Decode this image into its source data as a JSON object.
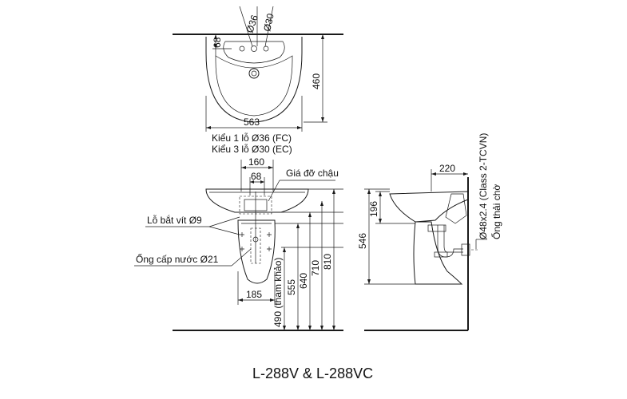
{
  "top_view": {
    "dia_36": "Ø36",
    "dia_30": "Ø30",
    "dim_68": "68",
    "dim_460": "460",
    "dim_563": "563",
    "note_fc": "Kiểu 1 lỗ Ø36 (FC)",
    "note_ec": "Kiểu 3 lỗ Ø30 (EC)"
  },
  "front_view": {
    "dim_160": "160",
    "dim_68": "68",
    "label_bracket": "Giá đỡ chậu",
    "label_screw": "Lỗ bắt vít Ø9",
    "label_pipe": "Ống cấp nước Ø21",
    "dim_185": "185",
    "dim_490": "490 (tham khảo)",
    "dim_555": "555",
    "dim_640": "640",
    "dim_710": "710",
    "dim_810": "810"
  },
  "side_view": {
    "dim_220": "220",
    "dim_196": "196",
    "dim_546": "546",
    "label_drain": "Ø48x2.4 (Class 2-TCVN)",
    "label_waste": "Ống thải chờ"
  },
  "model_title": "L-288V & L-288VC"
}
